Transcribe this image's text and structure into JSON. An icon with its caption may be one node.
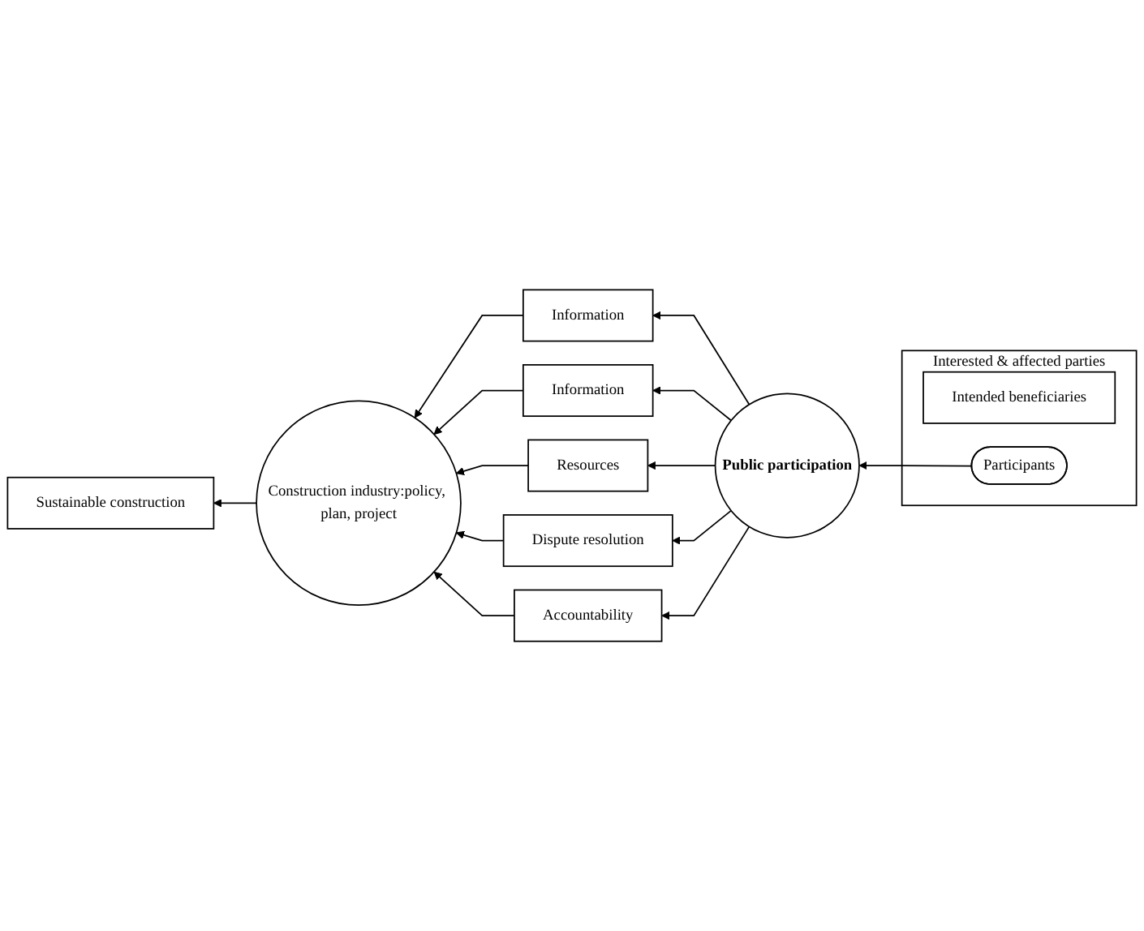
{
  "diagram": {
    "nodes": [
      {
        "text": [
          "Sustainable construction"
        ]
      },
      {
        "text": [
          "Construction industry:policy, plan, project"
        ]
      },
      {
        "text": [
          "Interested & affected parties"
        ]
      },
      {
        "text": [
          "Intended beneficiaries"
        ],
        "in": 2
      },
      {
        "text": [
          "Participants"
        ],
        "in": 2
      },
      {
        "text": [
          "Information"
        ]
      },
      {
        "text": [
          "Information"
        ]
      },
      {
        "text": [
          "Resources"
        ]
      },
      {
        "text": [
          "Dispute resolution"
        ]
      },
      {
        "text": [
          "Accountability"
        ]
      },
      {
        "text": [
          "Public participation"
        ]
      }
    ],
    "edges": [
      {
        "from": 1,
        "to": 0,
        "arrow": "to"
      },
      {
        "from": 5,
        "to": 1,
        "arrow": "to"
      },
      {
        "from": 6,
        "to": 1,
        "arrow": "to"
      },
      {
        "from": 7,
        "to": 1,
        "arrow": "to"
      },
      {
        "from": 8,
        "to": 1,
        "arrow": "to"
      },
      {
        "from": 9,
        "to": 1,
        "arrow": "to"
      },
      {
        "from": 4,
        "to": 10,
        "arrow": "to"
      },
      {
        "from": 10,
        "to": 5,
        "arrow": "to"
      },
      {
        "from": 10,
        "to": 6,
        "arrow": "to"
      },
      {
        "from": 10,
        "to": 7,
        "arrow": "to"
      },
      {
        "from": 10,
        "to": 8,
        "arrow": "to"
      },
      {
        "from": 10,
        "to": 9,
        "arrow": "to"
      }
    ]
  }
}
